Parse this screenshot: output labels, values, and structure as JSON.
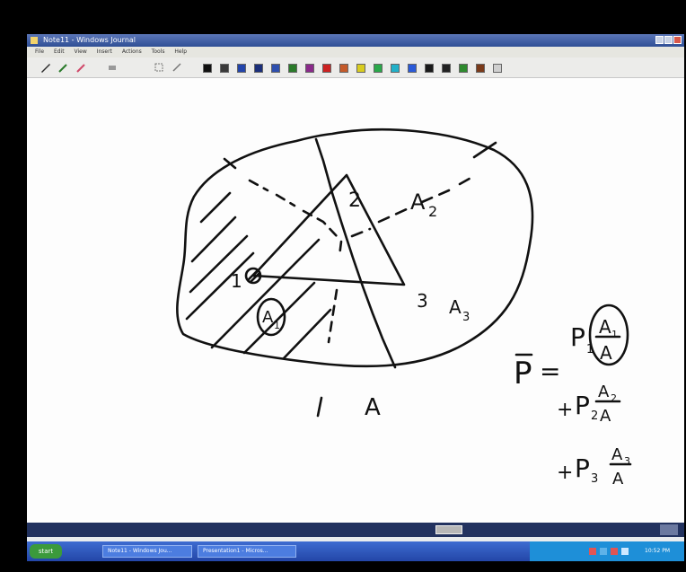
{
  "window": {
    "title": "Note11 - Windows Journal"
  },
  "menu": {
    "items": [
      "File",
      "Edit",
      "View",
      "Insert",
      "Actions",
      "Tools",
      "Help"
    ]
  },
  "toolbar": {
    "tools": [
      "pen-icon",
      "pen-dropdown-icon",
      "highlighter-icon",
      "eraser-icon",
      "selection-icon",
      "line-icon"
    ],
    "colors": [
      "#111111",
      "#3a3a3a",
      "#2244aa",
      "#1b2f7a",
      "#2e4fae",
      "#2a7a2a",
      "#8a2a8a",
      "#cc2222",
      "#c45a2a",
      "#d8cc20",
      "#2aa84a",
      "#22b0c8",
      "#2a5ad8",
      "#1a1a1a",
      "#222222",
      "#2e8a2e",
      "#7a3a1a",
      "#cfcfcf"
    ]
  },
  "drawing": {
    "labels": {
      "n1": "1",
      "n2": "2",
      "n3": "3",
      "a1": "A",
      "a1_sub": "1",
      "a2": "A",
      "a2_sub": "2",
      "a3": "A",
      "a3_sub": "3",
      "total_area": "A",
      "tick_mark": "1"
    },
    "equation": {
      "lhs": "P",
      "eq": "=",
      "term1_p": "P",
      "term1_p_sub": "1",
      "term1_num": "A",
      "term1_num_sub": "1",
      "term1_den": "A",
      "plus": "+",
      "term2_p": "P",
      "term2_p_sub": "2",
      "term2_num": "A",
      "term2_num_sub": "2",
      "term2_den": "A",
      "term3_p": "P",
      "term3_p_sub": "3",
      "term3_num": "A",
      "term3_num_sub": "3",
      "term3_den": "A"
    }
  },
  "taskbar": {
    "start_label": "start",
    "tasks": [
      "Note11 - Windows Jou...",
      "Presentation1 - Micros..."
    ],
    "clock": "10:52 PM"
  }
}
